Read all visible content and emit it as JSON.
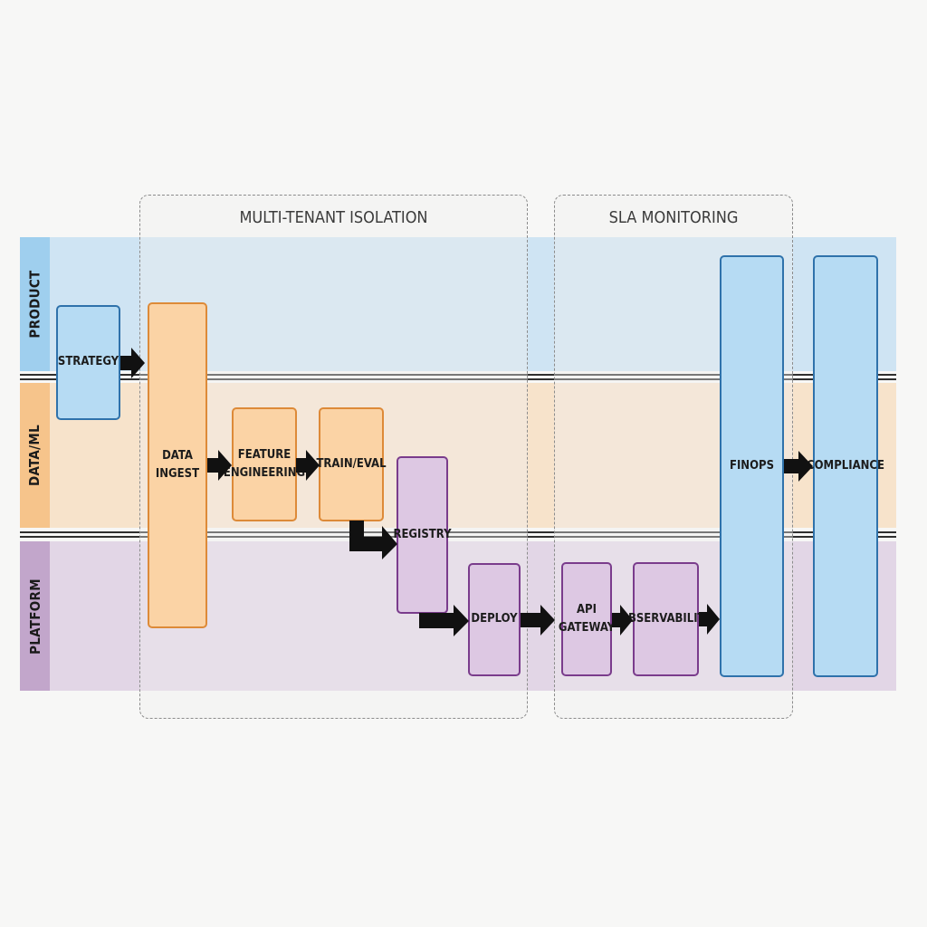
{
  "regions": {
    "multi_tenant": "MULTI-TENANT ISOLATION",
    "sla": "SLA MONITORING"
  },
  "lanes": {
    "product": "PRODUCT",
    "dataml": "DATA/ML",
    "platform": "PLATFORM"
  },
  "nodes": {
    "strategy": "STRATEGY",
    "data_ingest": "DATA\nINGEST",
    "feature_engineering": "FEATURE\nENGINEERING",
    "train_eval": "TRAIN/EVAL",
    "registry": "REGISTRY",
    "deploy": "DEPLOY",
    "api_gateway": "API\nGATEWAY",
    "observability": "OBSERVABILITY",
    "finops": "FINOPS",
    "compliance": "COMPLIANCE"
  },
  "colors": {
    "product_lane": "#cfe4f3",
    "dataml_lane": "#f7e3cb",
    "platform_lane": "#e2d6e6",
    "blue_border": "#2f72ab",
    "orange_border": "#dd8a38",
    "purple_border": "#7a3c8c"
  }
}
